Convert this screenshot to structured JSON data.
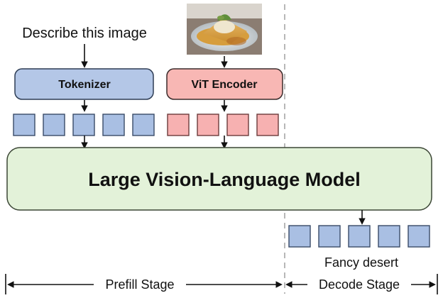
{
  "prompt_text": "Describe this image",
  "tokenizer_label": "Tokenizer",
  "vit_encoder_label": "ViT Encoder",
  "model_label": "Large Vision-Language Model",
  "output_text": "Fancy desert",
  "prefill_stage_label": "Prefill Stage",
  "decode_stage_label": "Decode Stage",
  "input_image": "dessert-photo",
  "colors": {
    "text_token": "#a9bfe3",
    "image_token": "#f7b1b1",
    "model_fill": "#e3f2d9",
    "tokenizer_fill": "#b4c7e7",
    "encoder_fill": "#f8b7b4"
  }
}
